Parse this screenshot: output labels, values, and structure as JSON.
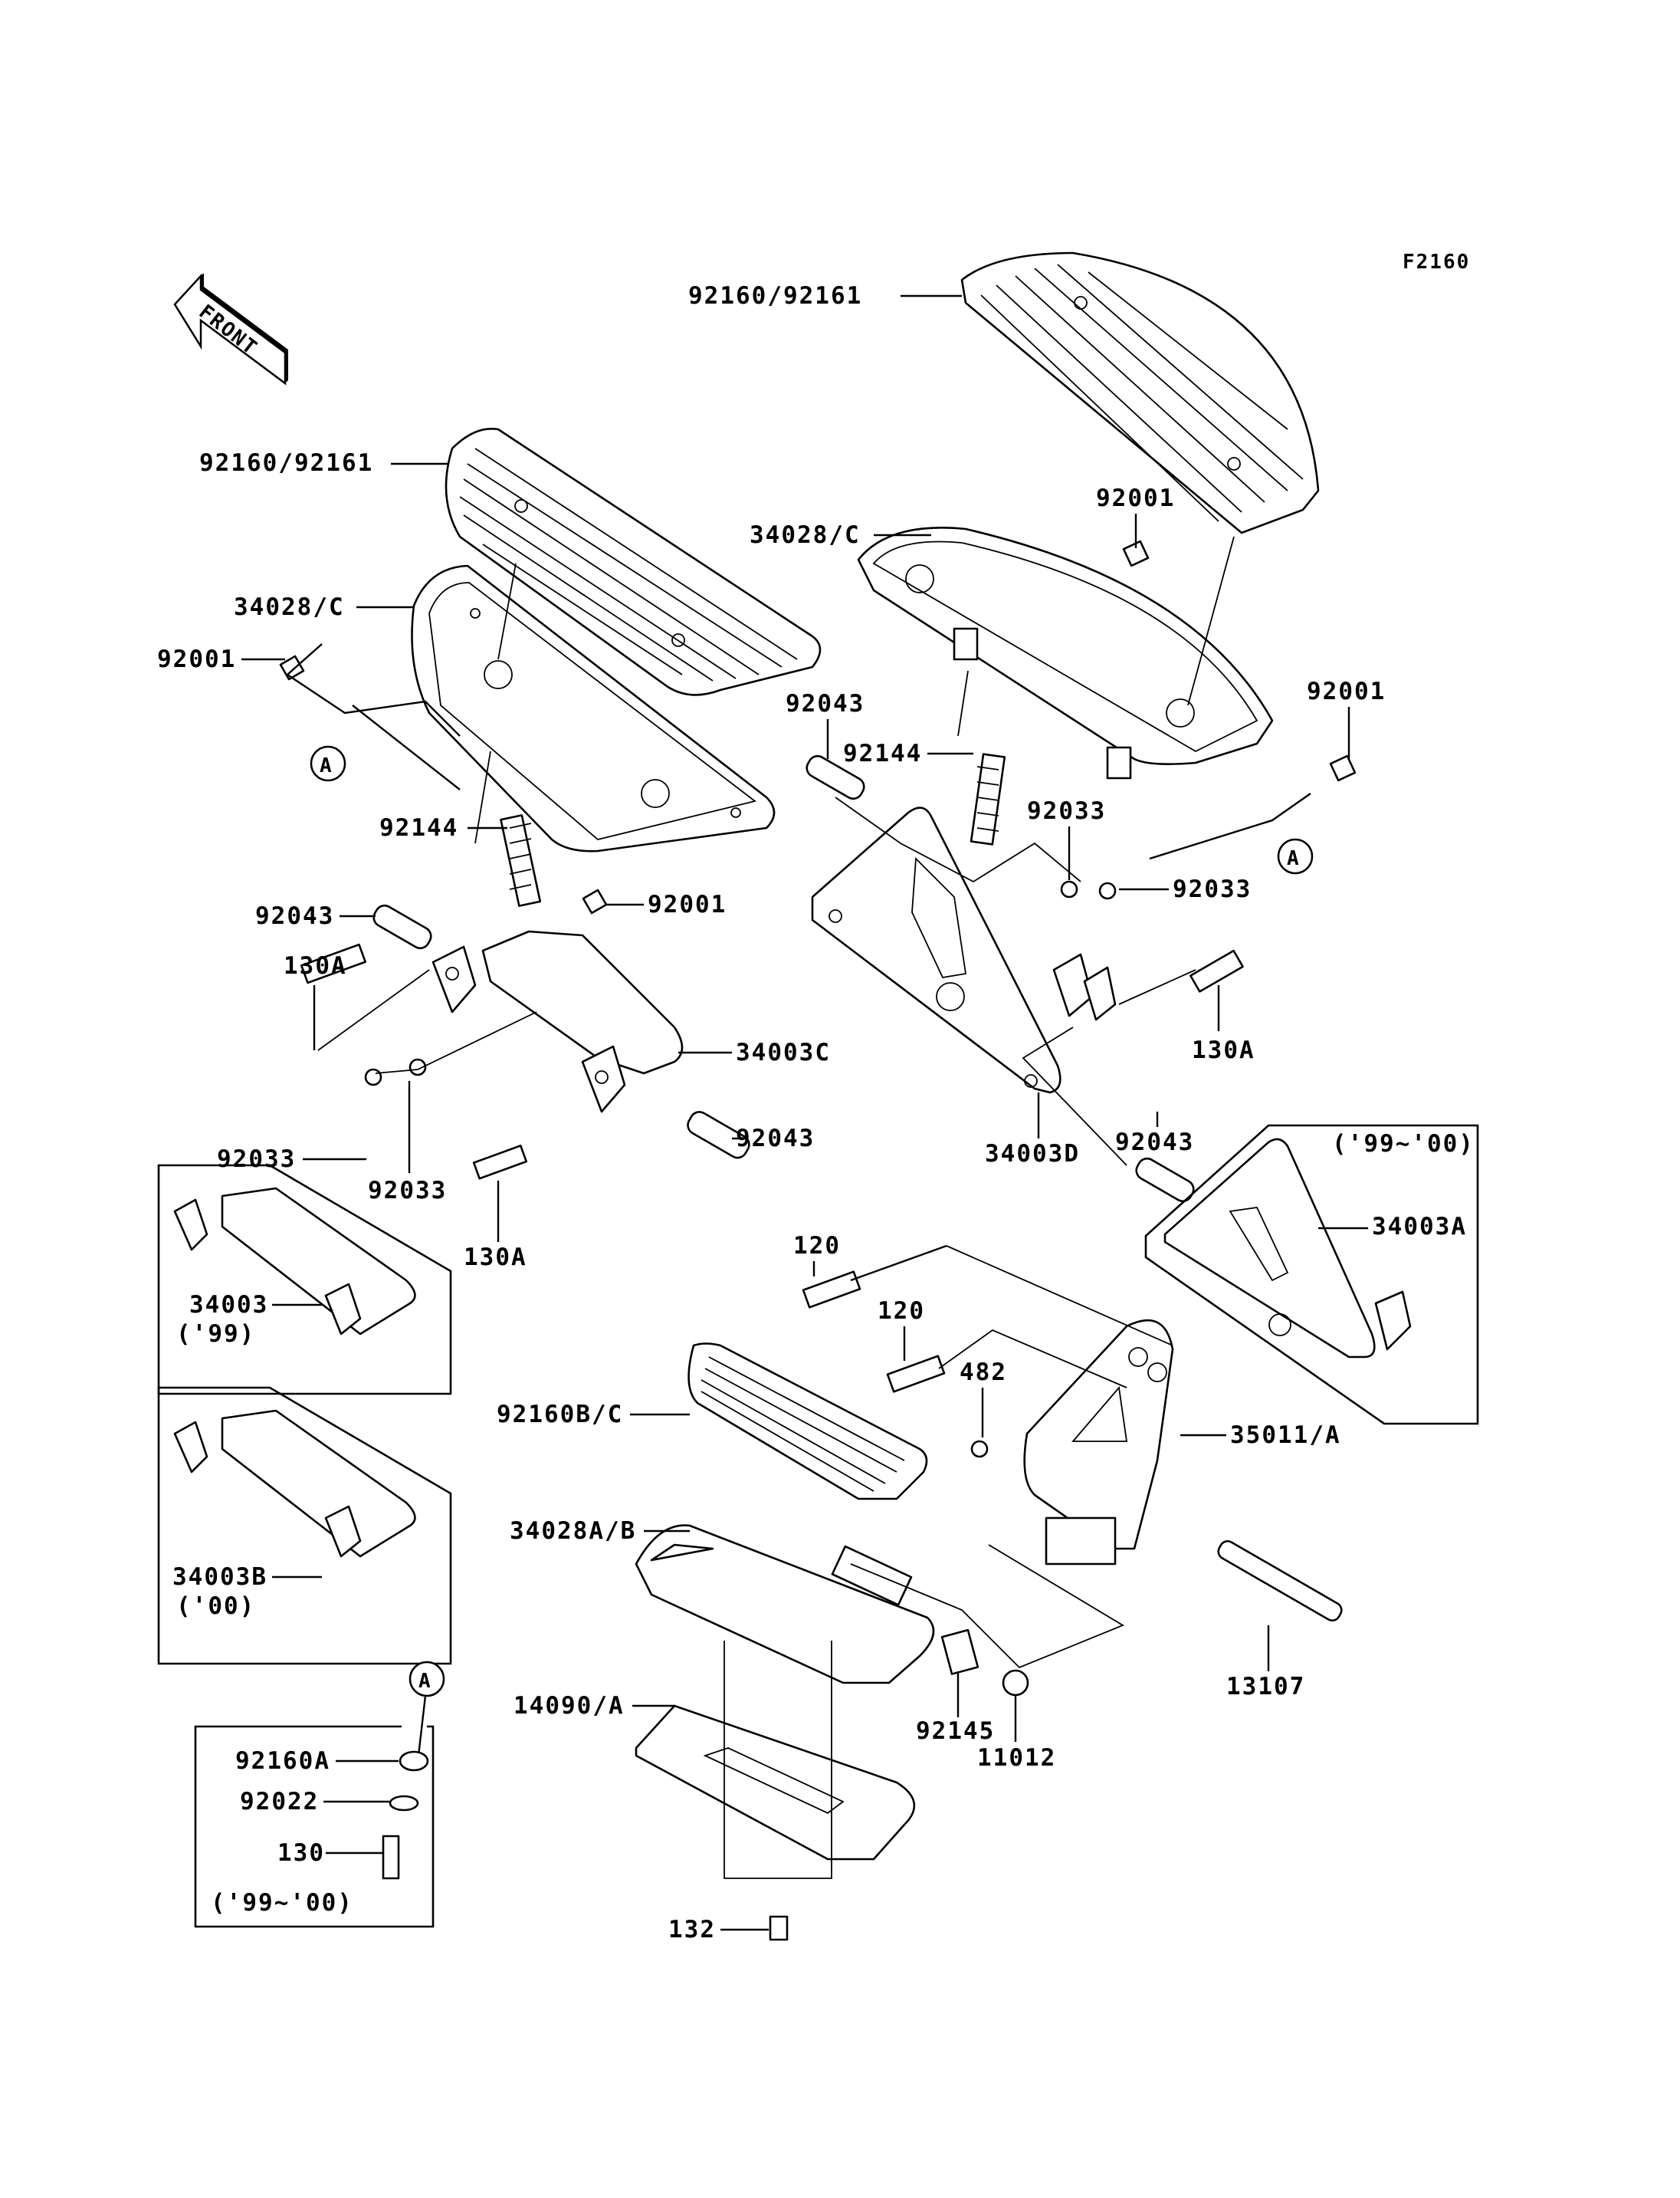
{
  "diagram": {
    "figure_code": "F2160",
    "front_arrow": "FRONT",
    "reference_marker": "A",
    "labels": [
      {
        "id": "lbl-92160-92161-left",
        "text": "92160/92161"
      },
      {
        "id": "lbl-92160-92161-right",
        "text": "92160/92161"
      },
      {
        "id": "lbl-34028c-left",
        "text": "34028/C"
      },
      {
        "id": "lbl-34028c-right",
        "text": "34028/C"
      },
      {
        "id": "lbl-92001-left",
        "text": "92001"
      },
      {
        "id": "lbl-92001-left-bottom",
        "text": "92001"
      },
      {
        "id": "lbl-92001-right-top",
        "text": "92001"
      },
      {
        "id": "lbl-92001-right",
        "text": "92001"
      },
      {
        "id": "lbl-92144-left",
        "text": "92144"
      },
      {
        "id": "lbl-92144-right",
        "text": "92144"
      },
      {
        "id": "lbl-92043-left-top",
        "text": "92043"
      },
      {
        "id": "lbl-92043-left-bottom",
        "text": "92043"
      },
      {
        "id": "lbl-92043-right-top",
        "text": "92043"
      },
      {
        "id": "lbl-92043-right-bottom",
        "text": "92043"
      },
      {
        "id": "lbl-130a-left-top",
        "text": "130A"
      },
      {
        "id": "lbl-130a-left-bottom",
        "text": "130A"
      },
      {
        "id": "lbl-130a-right",
        "text": "130A"
      },
      {
        "id": "lbl-92033-left-a",
        "text": "92033"
      },
      {
        "id": "lbl-92033-left-b",
        "text": "92033"
      },
      {
        "id": "lbl-92033-right-a",
        "text": "92033"
      },
      {
        "id": "lbl-92033-right-b",
        "text": "92033"
      },
      {
        "id": "lbl-34003c",
        "text": "34003C"
      },
      {
        "id": "lbl-34003d",
        "text": "34003D"
      },
      {
        "id": "lbl-34003a",
        "text": "34003A"
      },
      {
        "id": "lbl-34003",
        "text": "34003"
      },
      {
        "id": "lbl-34003b",
        "text": "34003B"
      },
      {
        "id": "lbl-120-a",
        "text": "120"
      },
      {
        "id": "lbl-120-b",
        "text": "120"
      },
      {
        "id": "lbl-482",
        "text": "482"
      },
      {
        "id": "lbl-35011a",
        "text": "35011/A"
      },
      {
        "id": "lbl-92160bc",
        "text": "92160B/C"
      },
      {
        "id": "lbl-34028ab",
        "text": "34028A/B"
      },
      {
        "id": "lbl-14090a",
        "text": "14090/A"
      },
      {
        "id": "lbl-92145",
        "text": "92145"
      },
      {
        "id": "lbl-11012",
        "text": "11012"
      },
      {
        "id": "lbl-13107",
        "text": "13107"
      },
      {
        "id": "lbl-132",
        "text": "132"
      },
      {
        "id": "lbl-92160a",
        "text": "92160A"
      },
      {
        "id": "lbl-92022",
        "text": "92022"
      },
      {
        "id": "lbl-130",
        "text": "130"
      }
    ],
    "year_notes": {
      "box_34003a": "('99~'00)",
      "box_34003": "('99)",
      "box_34003b": "('00)",
      "box_fasteners": "('99~'00)"
    }
  }
}
